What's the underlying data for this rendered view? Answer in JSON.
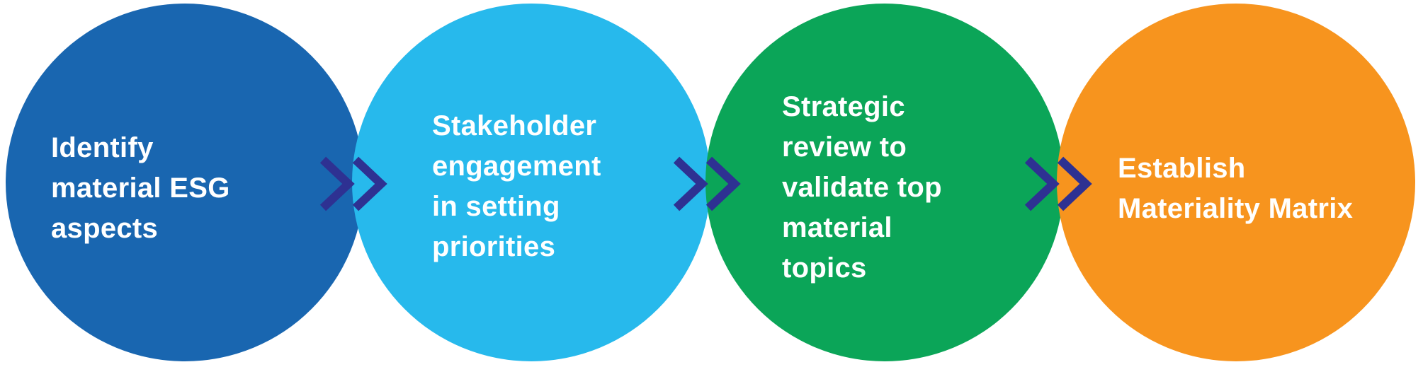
{
  "page": {
    "background_color": "#FFFFFF"
  },
  "diagram": {
    "kind": "process-flow",
    "step_count": 4,
    "text_color": "#FFFFFF",
    "steps": [
      {
        "name": "identify-material-esg-aspects",
        "circle_color": "#1966B0",
        "lines": [
          "Identify",
          "material ESG",
          "aspects"
        ]
      },
      {
        "name": "stakeholder-engagement-in-setting-priorities",
        "circle_color": "#27B9EC",
        "lines": [
          "Stakeholder",
          "engagement",
          "in setting",
          "priorities"
        ]
      },
      {
        "name": "strategic-review-to-validate-top-material-topics",
        "circle_color": "#0BA558",
        "lines": [
          "Strategic",
          "review to",
          "validate top",
          "material",
          "topics"
        ]
      },
      {
        "name": "establish-materiality-matrix",
        "circle_color": "#F7941E",
        "lines": [
          "Establish",
          "Materiality Matrix"
        ]
      }
    ],
    "connectors": {
      "glyph": "double-chevron-right",
      "color": "#2E3192",
      "count": 3
    }
  }
}
